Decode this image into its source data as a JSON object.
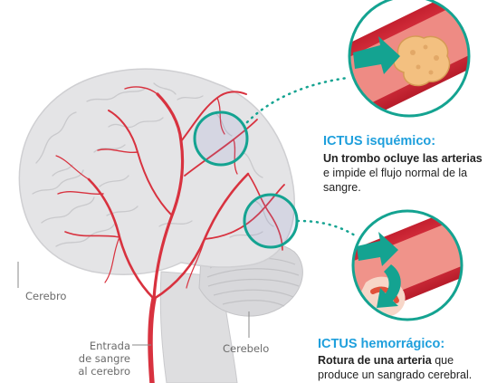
{
  "labels": {
    "cerebro": "Cerebro",
    "cerebelo": "Cerebelo",
    "entrada_lines": [
      "Entrada",
      "de sangre",
      "al cerebro"
    ]
  },
  "ischemic": {
    "title": "ICTUS isquémico:",
    "desc_bold": "Un trombo ocluye las arterias",
    "desc_rest_1": "e impide el flujo normal de la",
    "desc_rest_2": "sangre."
  },
  "hemorrhagic": {
    "title": "ICTUS hemorrágico:",
    "desc_bold": "Rotura de una arteria",
    "desc_rest_1": " que",
    "desc_rest_2": "produce un sangrado cerebral."
  },
  "colors": {
    "accent_teal": "#14a391",
    "title_blue": "#1e9fdc",
    "artery_red": "#d8323f",
    "brain_gray": "#e4e4e6",
    "label_gray": "#6b6b6b"
  },
  "icons": [
    "brain-icon",
    "blood-vessel-icon",
    "thrombus-icon",
    "flow-arrow-icon",
    "rupture-icon"
  ]
}
